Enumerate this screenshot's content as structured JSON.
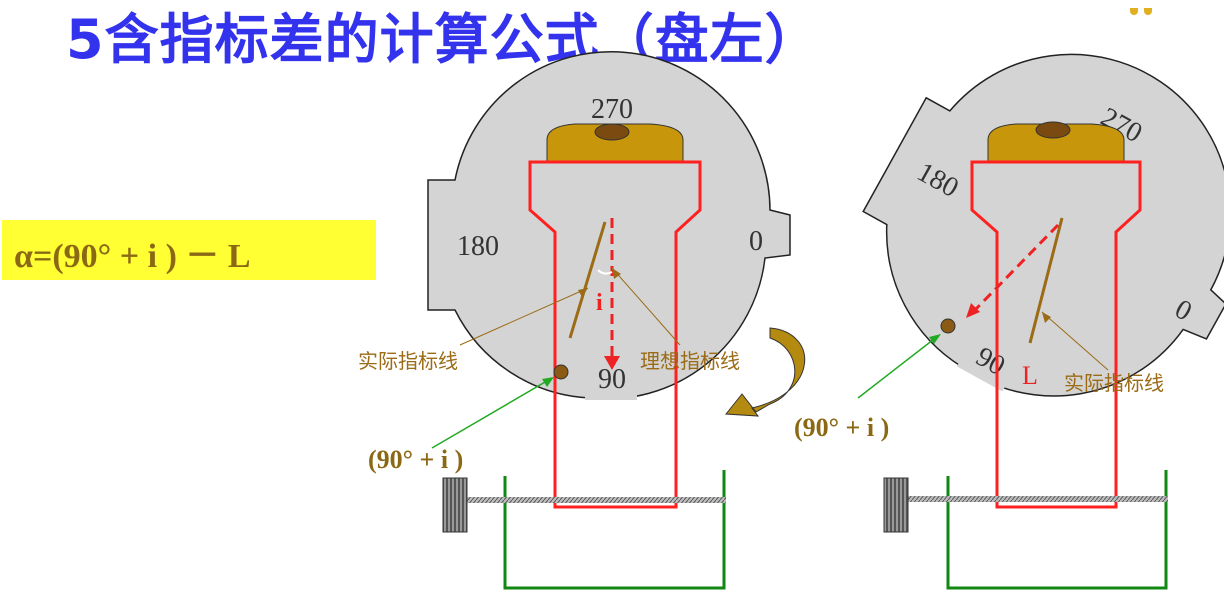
{
  "title": "5含指标差的计算公式（盘左）",
  "formula": "α=(90°  + i ) － L",
  "left_diagram": {
    "dial_labels": {
      "top": "270",
      "left": "180",
      "right": "0",
      "bottom": "90"
    },
    "i_label": "i",
    "actual_index_label": "实际指标线",
    "ideal_index_label": "理想指标线",
    "reading_label": "(90°  + i )"
  },
  "right_diagram": {
    "dial_labels": {
      "top": "270",
      "left": "180",
      "right": "0",
      "bottom": "90"
    },
    "l_label": "L",
    "actual_index_label": "实际指标线",
    "reading_label": "(90°  + i )"
  },
  "colors": {
    "title": "#3333ee",
    "formula_bg": "#ffff33",
    "formula_text": "#8b6914",
    "dial": "#d4d4d4",
    "telescope_outline": "#ff2020",
    "base": "#118811",
    "eyepiece": "#c8960a",
    "index_line": "#9b6b16",
    "pointer_green": "#22aa22"
  }
}
